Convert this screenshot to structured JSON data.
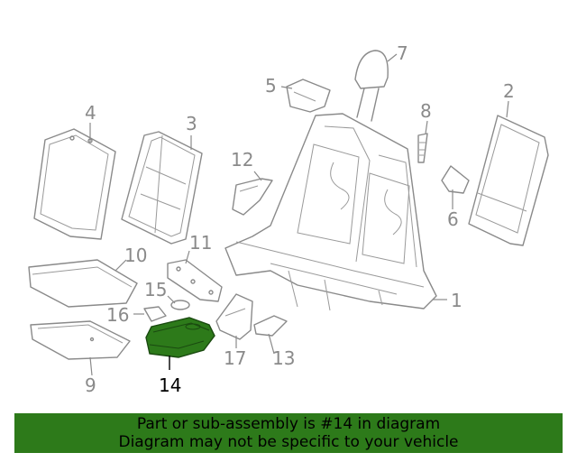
{
  "highlight_color": "#2d7a1a",
  "banner": {
    "line1": "Part or sub-assembly is #14 in diagram",
    "line2": "Diagram may not be specific to your vehicle"
  },
  "callouts": {
    "c1": "1",
    "c2": "2",
    "c3": "3",
    "c4": "4",
    "c5": "5",
    "c6": "6",
    "c7": "7",
    "c8": "8",
    "c9": "9",
    "c10": "10",
    "c11": "11",
    "c12": "12",
    "c13": "13",
    "c14": "14",
    "c15": "15",
    "c16": "16",
    "c17": "17"
  }
}
